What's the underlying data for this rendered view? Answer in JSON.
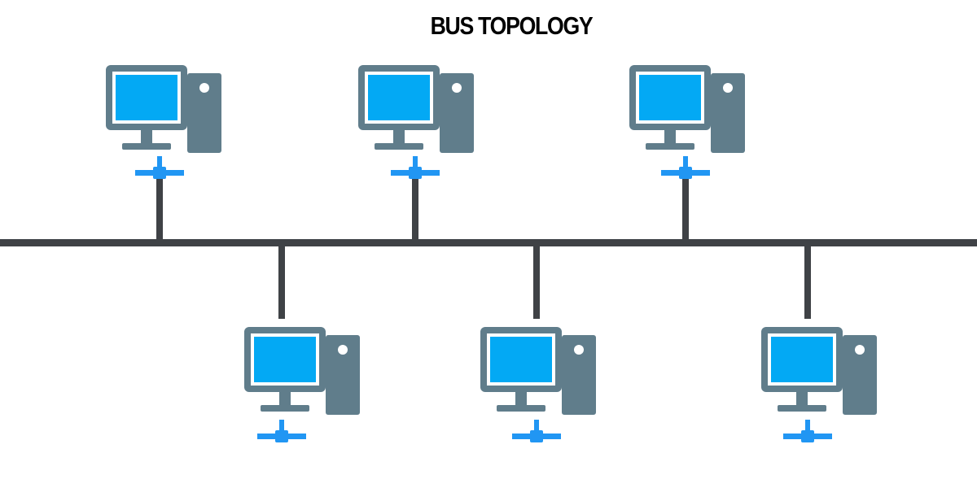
{
  "title": "BUS TOPOLOGY",
  "colors": {
    "bus": "#3f4246",
    "computer": "#607d8b",
    "screen": "#03a9f4",
    "connector": "#2196f3"
  },
  "nodes": [
    {
      "id": "computer-1",
      "position": "above-bus"
    },
    {
      "id": "computer-2",
      "position": "above-bus"
    },
    {
      "id": "computer-3",
      "position": "above-bus"
    },
    {
      "id": "computer-4",
      "position": "below-bus"
    },
    {
      "id": "computer-5",
      "position": "below-bus"
    },
    {
      "id": "computer-6",
      "position": "below-bus"
    }
  ]
}
